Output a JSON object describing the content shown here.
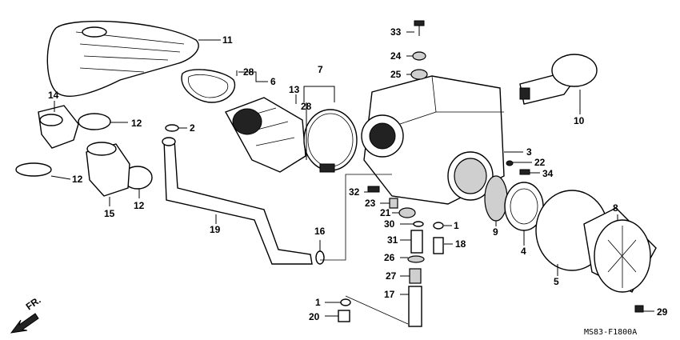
{
  "labels": {
    "p1a": "1",
    "p1b": "1",
    "p2": "2",
    "p3": "3",
    "p4": "4",
    "p5": "5",
    "p6": "6",
    "p7": "7",
    "p8": "8",
    "p9": "9",
    "p10": "10",
    "p11": "11",
    "p12a": "12",
    "p12b": "12",
    "p12c": "12",
    "p13": "13",
    "p14": "14",
    "p15": "15",
    "p16": "16",
    "p17": "17",
    "p18": "18",
    "p19": "19",
    "p20": "20",
    "p21": "21",
    "p22": "22",
    "p23": "23",
    "p24": "24",
    "p25": "25",
    "p26": "26",
    "p27": "27",
    "p28a": "28",
    "p28b": "28",
    "p29": "29",
    "p30": "30",
    "p31": "31",
    "p32": "32",
    "p33": "33",
    "p34": "34"
  },
  "direction_label": "FR.",
  "diagram_code": "MS83-F1800A",
  "icons": {
    "front_arrow": "front-direction-arrow-icon"
  }
}
